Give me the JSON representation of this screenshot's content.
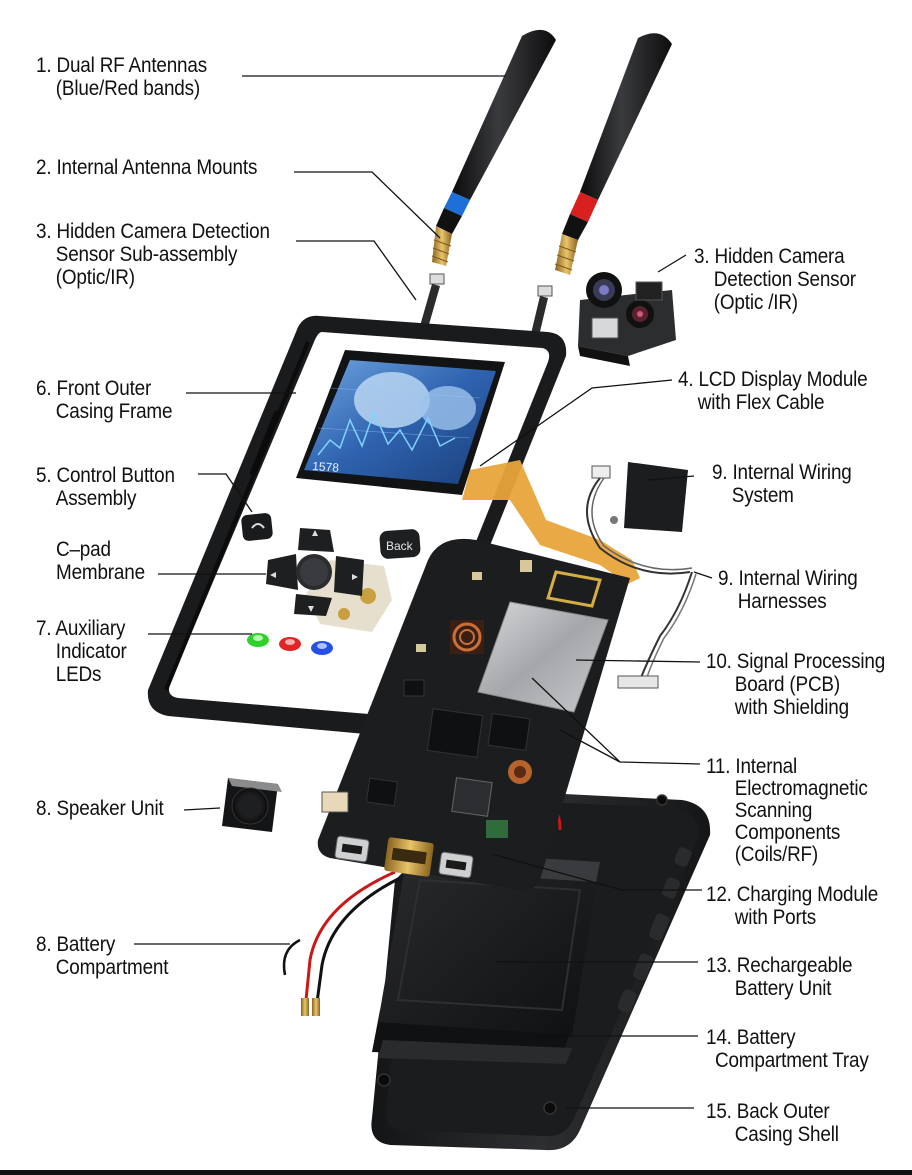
{
  "labels": [
    {
      "id": "dual-rf-antennas",
      "lines": [
        "1. Dual RF Antennas",
        "(Blue/Red bands)"
      ]
    },
    {
      "id": "internal-antenna-mounts",
      "lines": [
        "2. Internal Antenna Mounts"
      ]
    },
    {
      "id": "camera-sensor-subassembly",
      "lines": [
        "3. Hidden Camera Detection",
        "Sensor Sub-assembly",
        "(Optic/IR)"
      ]
    },
    {
      "id": "camera-sensor",
      "lines": [
        "3. Hidden Camera",
        "Detection Sensor",
        "(Optic /IR)"
      ]
    },
    {
      "id": "front-outer-casing",
      "lines": [
        "6. Front Outer",
        "Casing Frame"
      ]
    },
    {
      "id": "lcd-display-module",
      "lines": [
        "4. LCD Display Module",
        "with Flex Cable"
      ]
    },
    {
      "id": "control-button-assembly",
      "lines": [
        "5. Control Button",
        "Assembly"
      ]
    },
    {
      "id": "internal-wiring-system",
      "lines": [
        "9. Internal Wiring",
        "System"
      ]
    },
    {
      "id": "c-pad-membrane",
      "lines": [
        "C–pad",
        "Membrane"
      ]
    },
    {
      "id": "internal-wiring-harnesses",
      "lines": [
        "9. Internal Wiring",
        "Harnesses"
      ]
    },
    {
      "id": "auxiliary-indicator-leds",
      "lines": [
        "7. Auxiliary",
        "Indicator",
        "LEDs"
      ]
    },
    {
      "id": "signal-processing-board",
      "lines": [
        "10. Signal Processing",
        "Board (PCB)",
        "with Shielding"
      ]
    },
    {
      "id": "em-scanning-components",
      "lines": [
        "11. Internal",
        "Electromagnetic",
        "Scanning",
        "Components",
        "(Coils/RF)"
      ]
    },
    {
      "id": "speaker-unit",
      "lines": [
        "8. Speaker Unit"
      ]
    },
    {
      "id": "charging-module",
      "lines": [
        "12. Charging Module",
        "with Ports"
      ]
    },
    {
      "id": "battery-compartment",
      "lines": [
        "8. Battery",
        "Compartment"
      ]
    },
    {
      "id": "rechargeable-battery",
      "lines": [
        "13. Rechargeable",
        "Battery Unit"
      ]
    },
    {
      "id": "battery-tray",
      "lines": [
        "14. Battery",
        "Compartment Tray"
      ]
    },
    {
      "id": "back-outer-casing",
      "lines": [
        "15. Back Outer",
        "Casing Shell"
      ]
    }
  ],
  "device": {
    "screen_readout": "1578",
    "back_button": "Back",
    "colors": {
      "casing": "#1f2022",
      "pcb": "#1a1c1e",
      "screen": "#3a78c8",
      "antenna_blue_band": "#1e6fd8",
      "antenna_red_band": "#d8201e",
      "led_green": "#2fd12f",
      "led_red": "#e02525",
      "led_blue": "#2550e6",
      "flex_cable": "#e8a43a",
      "brass": "#c9a040"
    }
  }
}
